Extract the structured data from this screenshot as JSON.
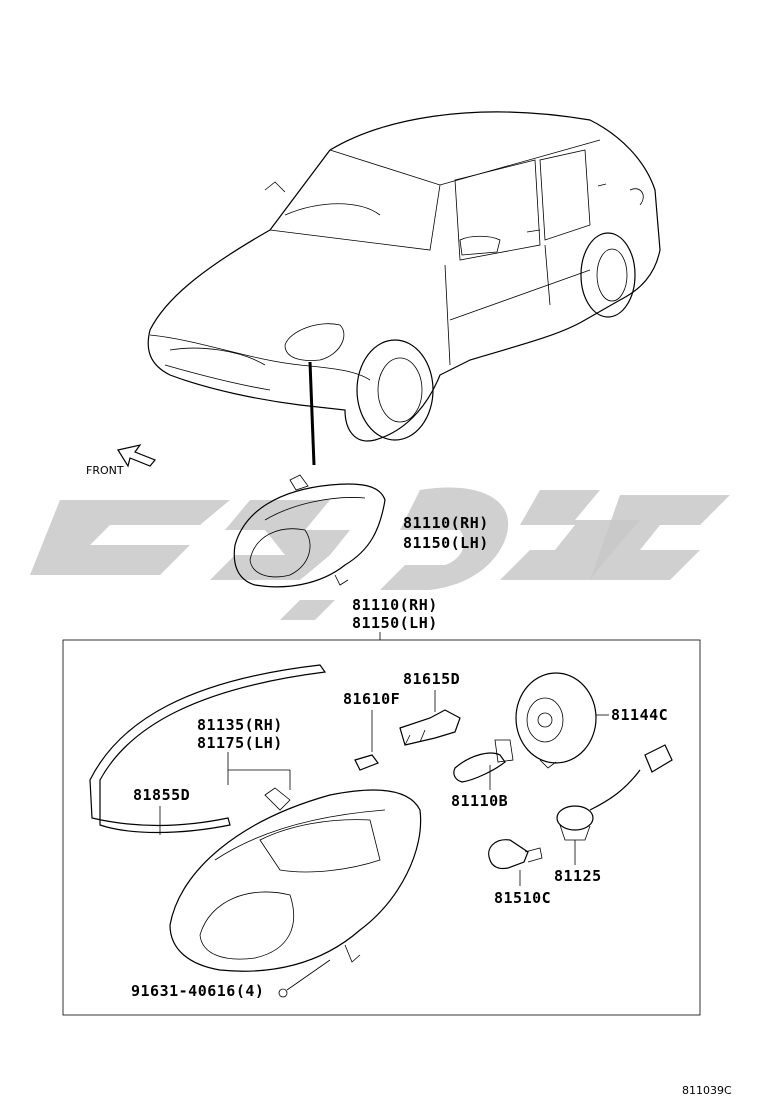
{
  "labels": {
    "front": "FRONT",
    "assy_top_rh": "81110(RH)",
    "assy_top_lh": "81150(LH)",
    "assy_box_rh": "81110(RH)",
    "assy_box_lh": "81150(LH)",
    "p81615d": "81615D",
    "p81610f": "81610F",
    "p81144c": "81144C",
    "p81135_rh": "81135(RH)",
    "p81175_lh": "81175(LH)",
    "p81855d": "81855D",
    "p81110b": "81110B",
    "p81125": "81125",
    "p81510c": "81510C",
    "screw": "91631-40616(4)",
    "diagram_code": "811039C"
  }
}
